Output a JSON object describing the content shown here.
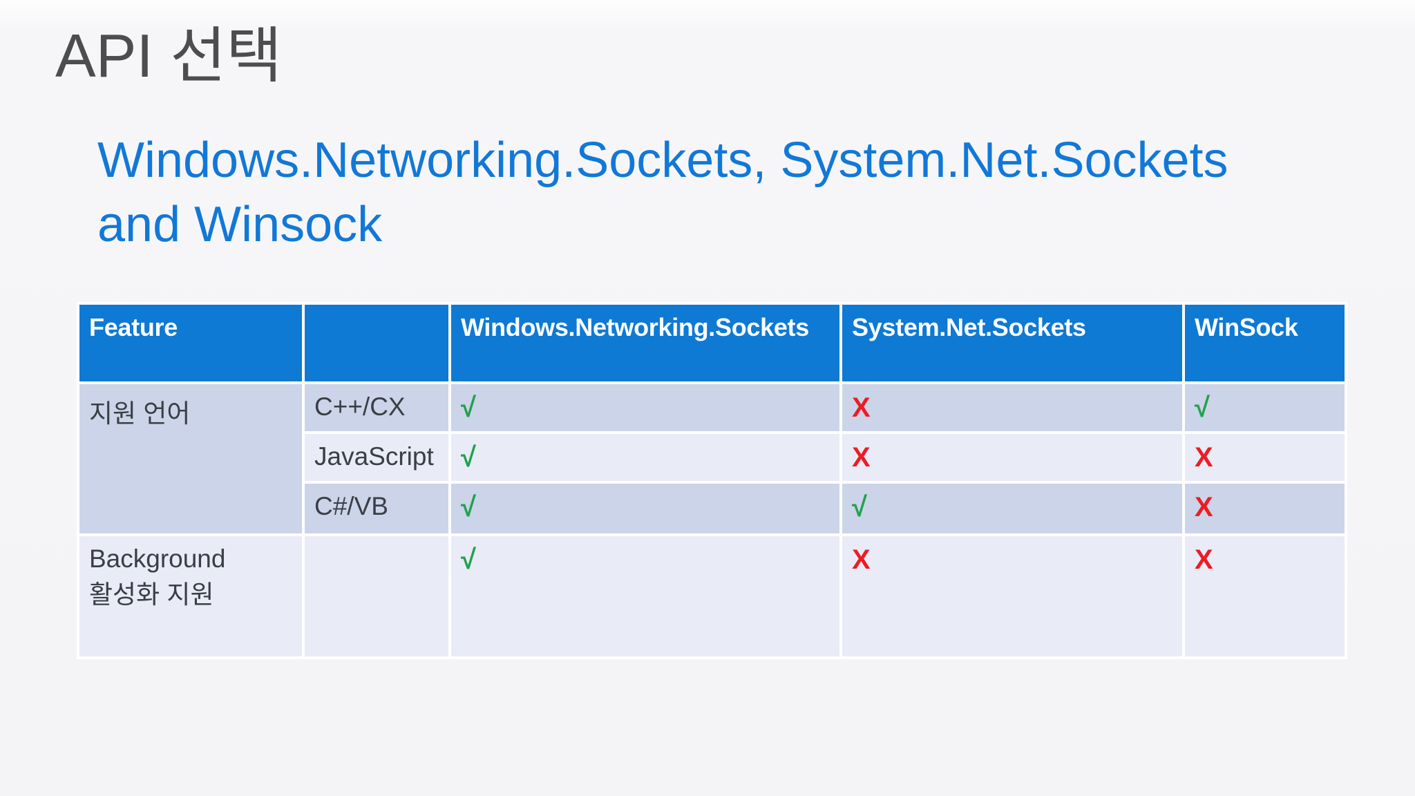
{
  "slide": {
    "title": "API 선택",
    "subtitle": "Windows.Networking.Sockets, System.Net.Sockets\nand Winsock"
  },
  "table": {
    "headers": [
      "Feature",
      "",
      "Windows.Networking.Sockets",
      "System.Net.Sockets",
      "WinSock"
    ],
    "rows": [
      [
        "지원 언어",
        "C++/CX",
        "√",
        "X",
        "√"
      ],
      [
        "JavaScript",
        "√",
        "X",
        "X"
      ],
      [
        "C#/VB",
        "√",
        "√",
        "X"
      ],
      [
        "Background\n활성화 지원",
        "",
        "√",
        "X",
        "X"
      ]
    ]
  },
  "symbols": {
    "check": "√",
    "cross": "X"
  },
  "colors": {
    "header_blue": "#0E7AD4",
    "subtitle_blue": "#1178D8",
    "check_green": "#21A24C",
    "cross_red": "#ED1C24",
    "row_dark": "#CCD4E9",
    "row_light": "#E9EBF7",
    "title_gray": "#4C4D4F",
    "body_text": "#3A3F45",
    "background": "#F5F5F7"
  }
}
